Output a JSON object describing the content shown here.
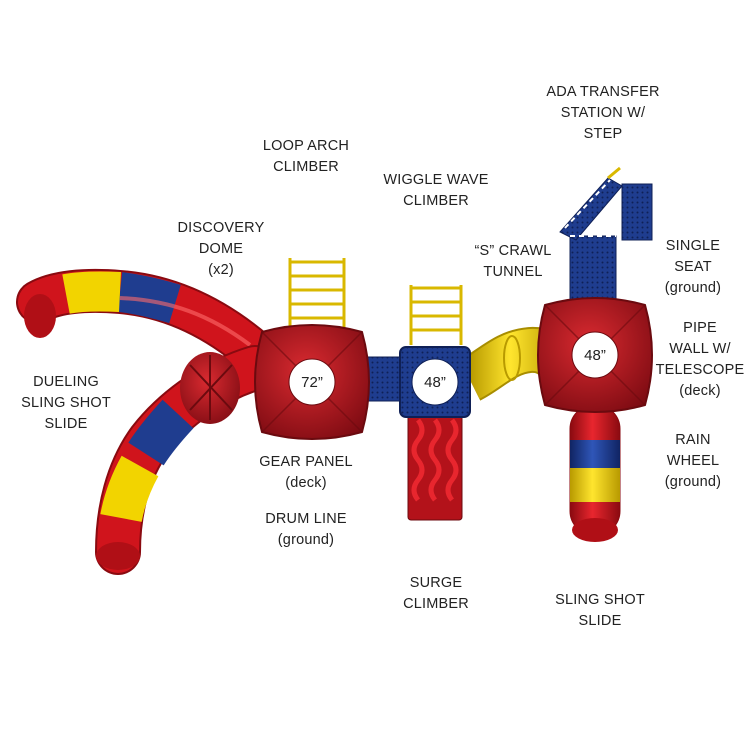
{
  "colors": {
    "red": "#d0141c",
    "blue": "#1f3d8f",
    "yellow": "#f2d400",
    "white": "#ffffff",
    "text": "#222222"
  },
  "decks": {
    "left": "72”",
    "center": "48”",
    "right": "48”"
  },
  "labels": {
    "ada_transfer": [
      "ADA TRANSFER",
      "STATION W/",
      "STEP"
    ],
    "loop_arch": [
      "LOOP ARCH",
      "CLIMBER"
    ],
    "wiggle_wave": [
      "WIGGLE WAVE",
      "CLIMBER"
    ],
    "discovery_dome": [
      "DISCOVERY",
      "DOME",
      "(x2)"
    ],
    "s_crawl": [
      "“S” CRAWL",
      "TUNNEL"
    ],
    "single_seat": [
      "SINGLE",
      "SEAT",
      "(ground)"
    ],
    "pipe_wall": [
      "PIPE",
      "WALL W/",
      "TELESCOPE",
      "(deck)"
    ],
    "dueling_slide": [
      "DUELING",
      "SLING SHOT",
      "SLIDE"
    ],
    "rain_wheel": [
      "RAIN",
      "WHEEL",
      "(ground)"
    ],
    "gear_panel": [
      "GEAR PANEL",
      "(deck)"
    ],
    "drum_line": [
      "DRUM LINE",
      "(ground)"
    ],
    "surge_climber": [
      "SURGE",
      "CLIMBER"
    ],
    "sling_shot_slide": [
      "SLING SHOT",
      "SLIDE"
    ]
  }
}
